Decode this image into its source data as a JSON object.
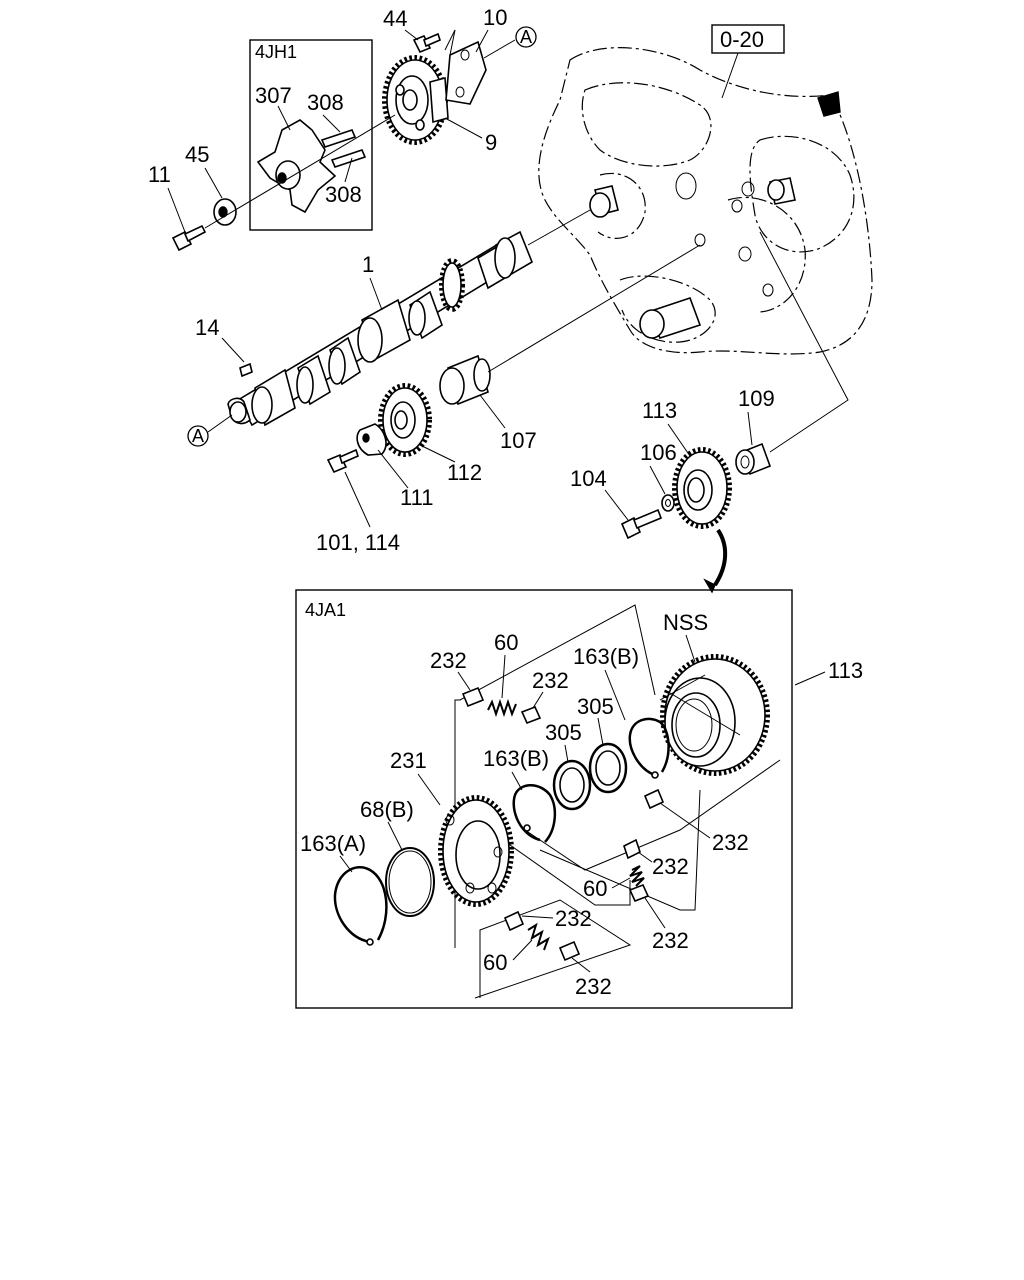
{
  "labels": {
    "l44": "44",
    "l10": "10",
    "l0_20": "0-20",
    "l4jh1": "4JH1",
    "l307": "307",
    "l308a": "308",
    "l308b": "308",
    "l9": "9",
    "l45": "45",
    "l11": "11",
    "l1": "1",
    "l14": "14",
    "l107": "107",
    "l112": "112",
    "l111": "111",
    "l101_114": "101, 114",
    "l113top": "113",
    "l109": "109",
    "l106": "106",
    "l104": "104",
    "l4ja1": "4JA1",
    "lnss": "NSS",
    "l113right": "113",
    "l232a": "232",
    "l60a": "60",
    "l232b": "232",
    "l163b1": "163(B)",
    "l305a": "305",
    "l305b": "305",
    "l231": "231",
    "l163b2": "163(B)",
    "l68b": "68(B)",
    "l163a": "163(A)",
    "l232c": "232",
    "l232d": "232",
    "l60b": "60",
    "l232e": "232",
    "l232f": "232",
    "l60c": "60",
    "l232g": "232"
  },
  "markers": {
    "a1": "A",
    "a2": "A"
  }
}
